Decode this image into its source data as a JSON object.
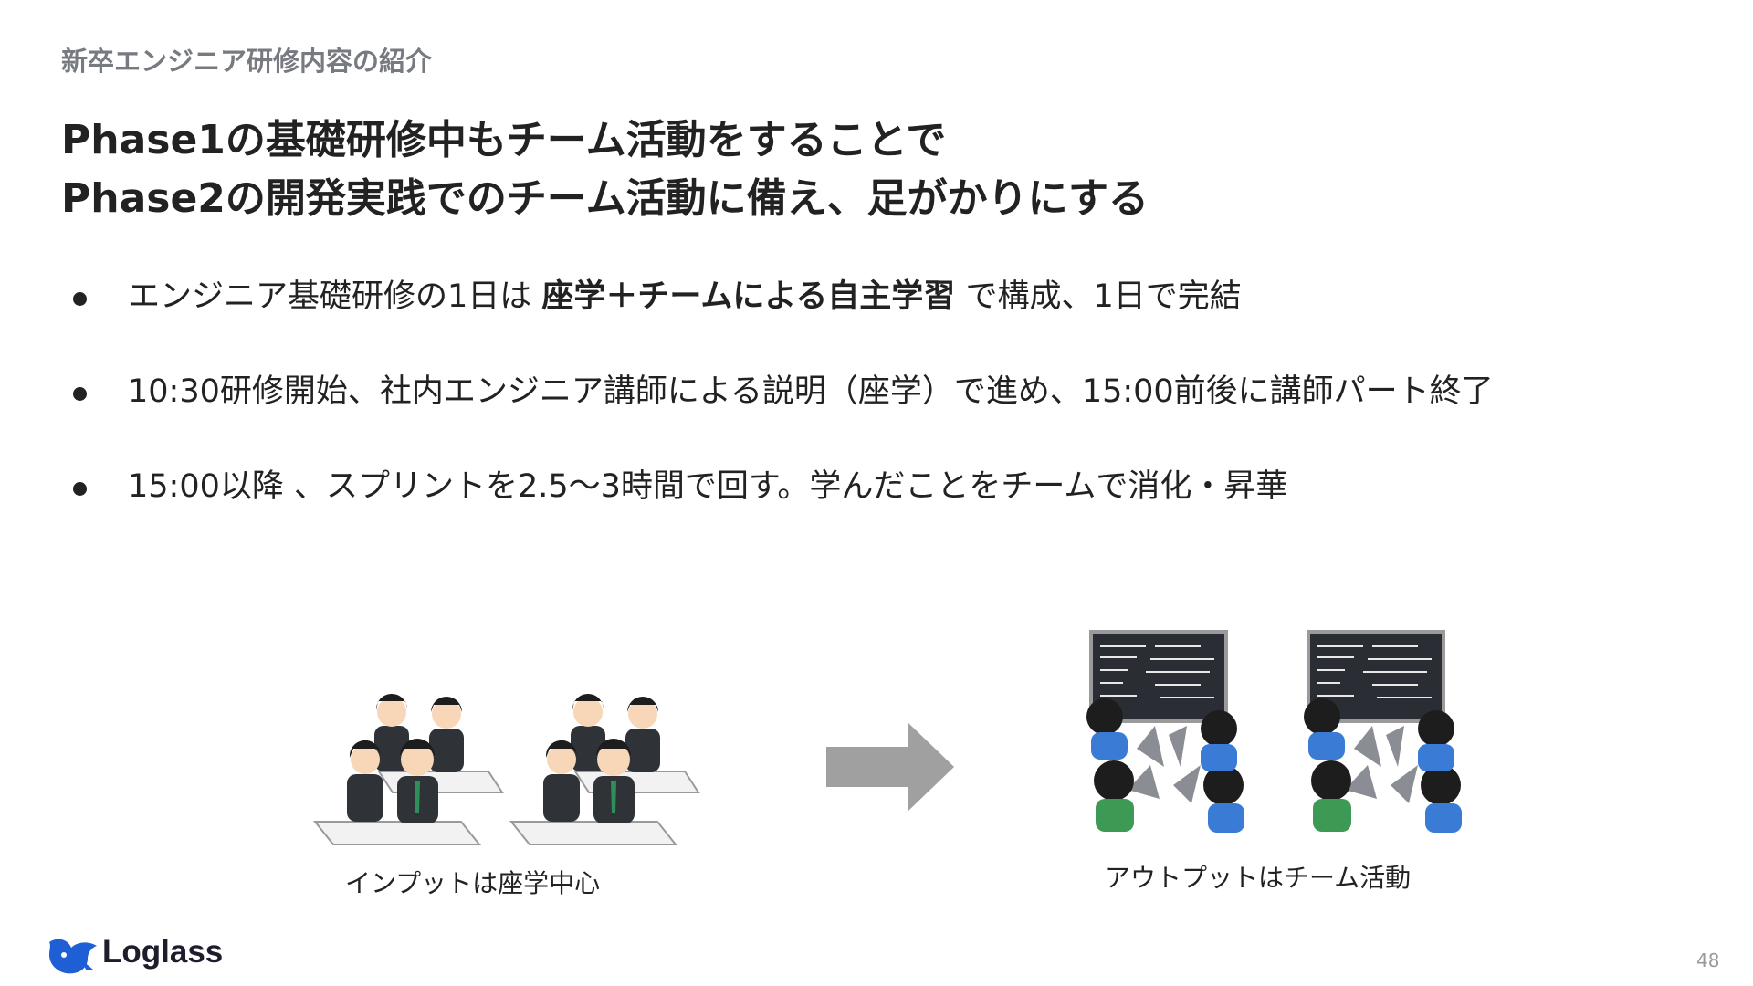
{
  "section_label": "新卒エンジニア研修内容の紹介",
  "headline": {
    "line1": "Phase1の基礎研修中もチーム活動をすることで",
    "line2": "Phase2の開発実践でのチーム活動に備え、足がかりにする"
  },
  "bullets": [
    {
      "pre": "エンジニア基礎研修の1日は ",
      "bold": "座学＋チームによる自主学習",
      "post": " で構成、1日で完結"
    },
    {
      "pre": "10:30研修開始、社内エンジニア講師による説明（座学）で進め、15:00前後に講師パート終了",
      "bold": "",
      "post": ""
    },
    {
      "pre": "15:00以降 、スプリントを2.5〜3時間で回す。学んだことをチームで消化・昇華",
      "bold": "",
      "post": ""
    }
  ],
  "illustrations": {
    "left_caption": "インプットは座学中心",
    "right_caption": "アウトプットはチーム活動"
  },
  "brand": {
    "name": "Loglass",
    "color": "#1f5fd6"
  },
  "page_number": "48",
  "colors": {
    "text": "#222222",
    "muted": "#777a80",
    "arrow": "#a0a0a0"
  }
}
